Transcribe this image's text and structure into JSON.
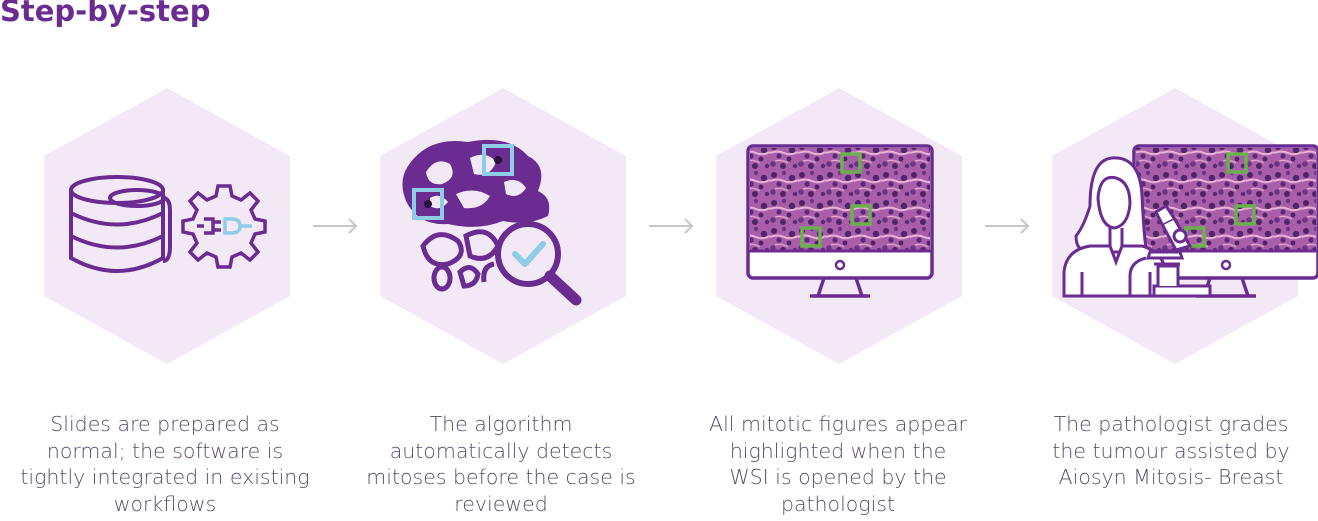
{
  "title": "Step-by-step",
  "colors": {
    "purple": "#6a2c91",
    "hexagon": "#f3e9f6",
    "light_blue": "#8fcde6",
    "green": "#6ab04c",
    "arrow": "#c7c7c7",
    "text": "#5a4a6a"
  },
  "steps": [
    {
      "caption": [
        "Slides are prepared as",
        "normal; the software is",
        "tightly integrated in existing",
        "workflows"
      ],
      "icons": [
        "database-icon",
        "gear-plug-icon"
      ]
    },
    {
      "caption": [
        "The algorithm",
        "automatically detects",
        "mitoses before the case is",
        "reviewed"
      ],
      "icons": [
        "tissue-icon",
        "magnifier-check-icon"
      ]
    },
    {
      "caption": [
        "All mitotic figures appear",
        "highlighted when the",
        "WSI is opened by the",
        "pathologist"
      ],
      "icons": [
        "monitor-slide-icon"
      ]
    },
    {
      "caption": [
        "The pathologist grades",
        "the tumour assisted by",
        "Aiosyn Mitosis- Breast"
      ],
      "icons": [
        "pathologist-icon",
        "microscope-icon",
        "monitor-slide-icon"
      ]
    }
  ]
}
